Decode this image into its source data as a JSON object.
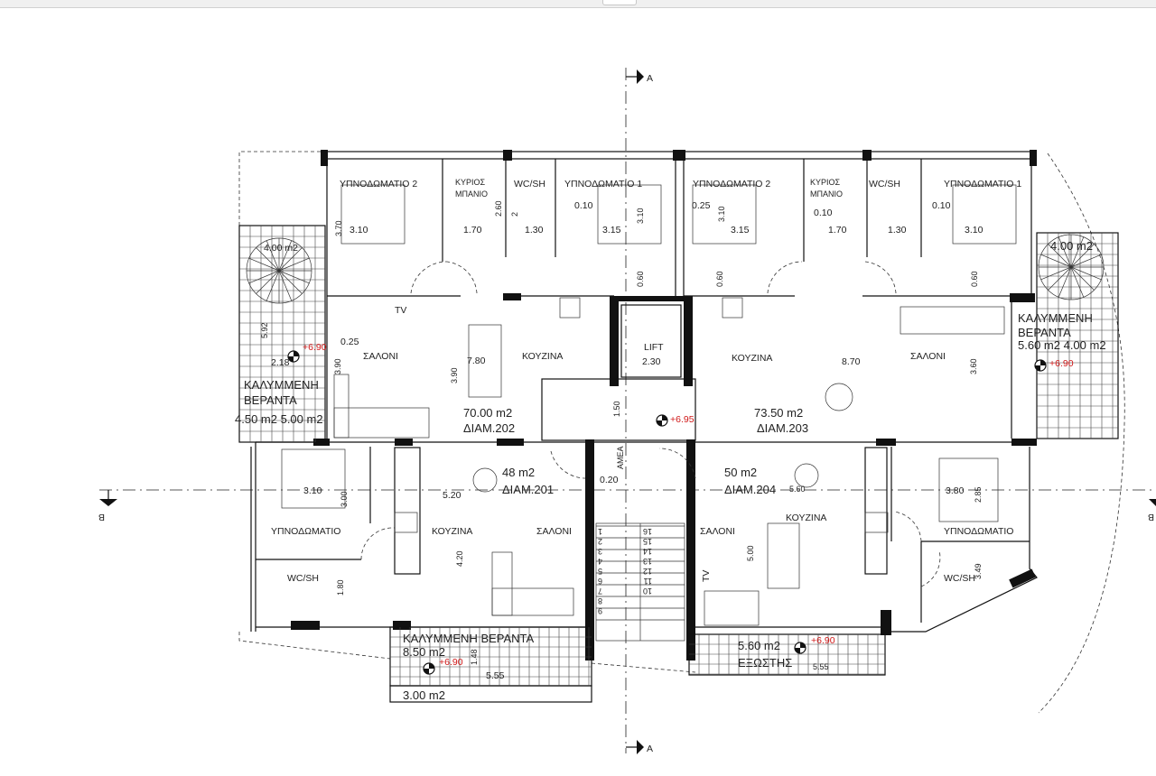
{
  "section_markers": {
    "a_top": "A",
    "a_bottom": "A",
    "b_left": "B",
    "b_right": "B"
  },
  "apartment_202": {
    "name": "ΔΙΑΜ.202",
    "area": "70.00 m2",
    "bedroom_2": "ΥΠΝΟΔΩΜΑΤΙΟ 2",
    "master_bath_1": "ΚΥΡΙΟΣ",
    "master_bath_2": "ΜΠΑΝΙΟ",
    "wc": "WC/SH",
    "bedroom_1": "ΥΠΝΟΔΩΜΑΤΙΟ 1",
    "living": "ΣΑΛΟΝΙ",
    "tv": "TV",
    "kitchen": "ΚΟΥΖΙΝΑ",
    "veranda_1": "ΚΑΛΥΜΜΕΝΗ",
    "veranda_2": "ΒΕΡΑΝΤΑ",
    "veranda_area": "4.50 m2 5.00 m2",
    "stair_area": "4.00 m2",
    "level": "+6.90",
    "dims": [
      "3.10",
      "1.70",
      "1.30",
      "3.15",
      "0.10",
      "3.70",
      "3.10",
      "0.60",
      "5.92",
      "0.25",
      "2.18",
      "3.90",
      "7.80",
      "3.90",
      "2.60",
      "2"
    ]
  },
  "apartment_203": {
    "name": "ΔΙΑΜ.203",
    "area": "73.50 m2",
    "bedroom_2": "ΥΠΝΟΔΩΜΑΤΙΟ 2",
    "master_bath_1": "ΚΥΡΙΟΣ",
    "master_bath_2": "ΜΠΑΝΙΟ",
    "wc": "WC/SH",
    "bedroom_1": "ΥΠΝΟΔΩΜΑΤΙΟ 1",
    "living": "ΣΑΛΟΝΙ",
    "kitchen": "ΚΟΥΖΙΝΑ",
    "veranda_1": "ΚΑΛΥΜΜΕΝΗ",
    "veranda_2": "ΒΕΡΑΝΤΑ",
    "veranda_area": "5.60 m2   4.00 m2",
    "stair_area": "4.00 m2",
    "level": "+6.90",
    "dims": [
      "0.25",
      "3.15",
      "0.10",
      "1.70",
      "1.30",
      "0.10",
      "3.10",
      "3.10",
      "0.60",
      "0.60",
      "8.70",
      "3.60"
    ]
  },
  "core": {
    "lift": "LIFT",
    "lift_width": "2.30",
    "corridor": "1.50",
    "level": "+6.95",
    "disabled": "ΑΜΕΑ",
    "disabled_dim": "0.20"
  },
  "apartment_201": {
    "name": "ΔΙΑΜ.201",
    "area": "48 m2",
    "bedroom": "ΥΠΝΟΔΩΜΑΤΙΟ",
    "wc": "WC/SH",
    "kitchen": "ΚΟΥΖΙΝΑ",
    "living": "ΣΑΛΟΝΙ",
    "veranda": "ΚΑΛΥΜΜΕΝΗ ΒΕΡΑΝΤΑ",
    "veranda_area": "8.50 m2",
    "planter_area": "3.00 m2",
    "level": "+6.90",
    "dims": [
      "3.10",
      "3.00",
      "1.80",
      "5.20",
      "4.20",
      "5.55",
      "1.48"
    ]
  },
  "apartment_204": {
    "name": "ΔΙΑΜ.204",
    "area": "50 m2",
    "kitchen": "ΚΟΥΖΙΝΑ",
    "living": "ΣΑΛΟΝΙ",
    "tv": "TV",
    "bedroom": "ΥΠΝΟΔΩΜΑΤΙΟ",
    "wc": "WC/SH",
    "balcony_area": "5.60 m2",
    "balcony": "ΕΞΩΣΤΗΣ",
    "level": "+6.90",
    "dims": [
      "5.60",
      "5.00",
      "3.80",
      "2.85",
      "3.49",
      "5.55"
    ]
  },
  "stairs": {
    "steps_left": [
      "1",
      "2",
      "3",
      "4",
      "5",
      "6",
      "7",
      "8",
      "9"
    ],
    "steps_right": [
      "16",
      "15",
      "14",
      "13",
      "12",
      "11",
      "10"
    ]
  },
  "colors": {
    "line": "#111111",
    "level_mark": "#d01818"
  }
}
